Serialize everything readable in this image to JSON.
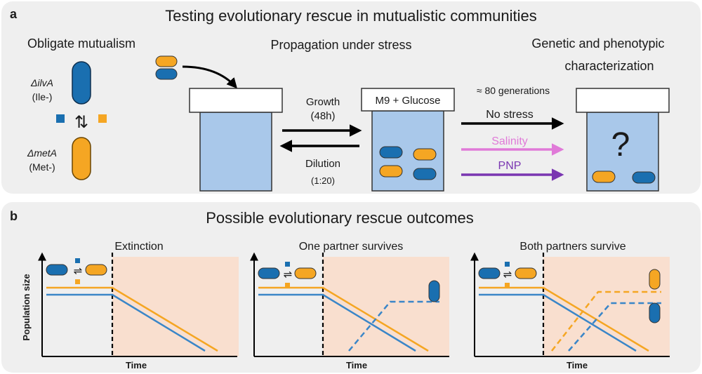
{
  "colors": {
    "panel_bg": "#efefef",
    "blue": "#1a6fb0",
    "blue_line": "#3a86c8",
    "orange": "#f5a623",
    "beaker": "#a9c8ea",
    "stress_region": "#f9dfcf",
    "salinity": "#e07ad8",
    "pnp": "#7a36b1",
    "black": "#000000"
  },
  "panel_a": {
    "letter": "a",
    "title": "Testing evolutionary rescue in mutualistic communities",
    "section_left": "Obligate mutualism",
    "section_mid": "Propagation under stress",
    "section_right_line1": "Genetic and phenotypic",
    "section_right_line2": "characterization",
    "strain1_name": "ΔilvA",
    "strain1_sub": "(Ile-)",
    "strain2_name": "ΔmetA",
    "strain2_sub": "(Met-)",
    "exchange_symbol": "⇅",
    "growth_label": "Growth",
    "growth_time": "(48h)",
    "dilution_label": "Dilution",
    "dilution_ratio": "(1:20)",
    "medium_label": "M9 + Glucose",
    "generations": "≈ 80 generations",
    "no_stress": "No stress",
    "salinity": "Salinity",
    "pnp": "PNP",
    "question_mark": "?"
  },
  "panel_b": {
    "letter": "b",
    "title": "Possible evolutionary rescue outcomes",
    "ylabel": "Population size",
    "xlabel": "Time",
    "exchange_symbol": "⇌",
    "scenarios": [
      {
        "title": "Extinction"
      },
      {
        "title": "One partner survives"
      },
      {
        "title": "Both partners survive"
      }
    ]
  }
}
